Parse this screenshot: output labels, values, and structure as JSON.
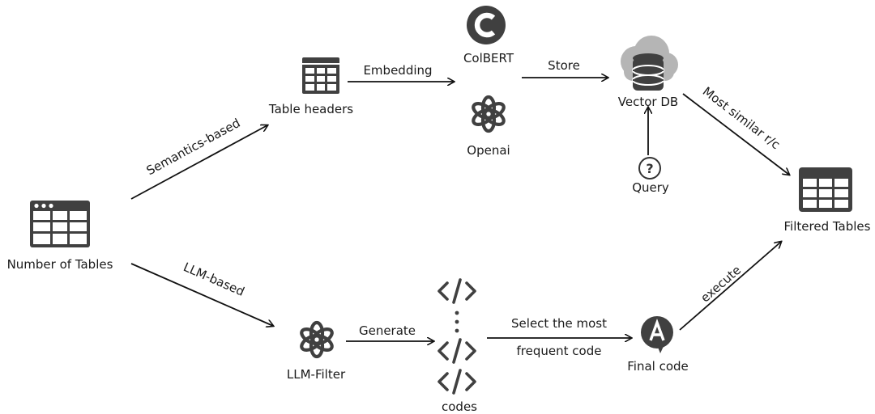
{
  "nodes": {
    "tables": "Number of Tables",
    "table_headers": "Table headers",
    "colbert": "ColBERT",
    "openai": "Openai",
    "vector_db": "Vector DB",
    "query": "Query",
    "filtered_tables": "Filtered Tables",
    "llm_filter": "LLM-Filter",
    "codes": "codes",
    "final_code": "Final code"
  },
  "edges": {
    "semantics": "Semantics-based",
    "llm": "LLM-based",
    "embedding": "Embedding",
    "store": "Store",
    "most_similar": "Most similar r/c",
    "generate": "Generate",
    "select_line1": "Select the most",
    "select_line2": "frequent code",
    "execute": "execute"
  },
  "icons": {
    "tables": "table-window-icon",
    "table_headers": "table-icon",
    "colbert": "colbert-logo-icon",
    "openai": "openai-logo-icon",
    "vector_db": "cloud-database-icon",
    "query": "question-circle-icon",
    "filtered_tables": "table-icon",
    "llm_filter": "openai-logo-icon",
    "codes": "code-icon",
    "final_code": "anthropic-logo-icon"
  },
  "colors": {
    "icon": "#404040",
    "text": "#1a1a1a",
    "arrow": "#111111"
  }
}
